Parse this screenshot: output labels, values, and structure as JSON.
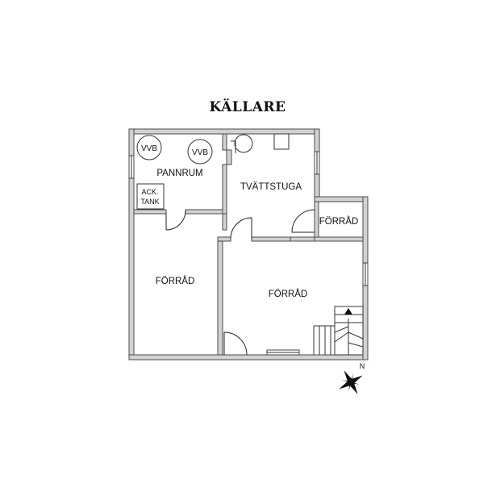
{
  "plan": {
    "title": "KÄLLARE",
    "rooms": {
      "pannrum": "PANNRUM",
      "tvattstuga": "TVÄTTSTUGA",
      "forrad_small": "FÖRRÅD",
      "forrad_left": "FÖRRÅD",
      "forrad_main": "FÖRRÅD"
    },
    "fixtures": {
      "vvb_1": "VVB",
      "vvb_2": "VVB",
      "ack_tank_line1": "ACK.",
      "ack_tank_line2": "TANK"
    },
    "compass": {
      "north_label": "N"
    }
  },
  "colors": {
    "wall_fill": "#d2d2d2",
    "wall_stroke": "#4a4a4a",
    "background": "#ffffff"
  }
}
